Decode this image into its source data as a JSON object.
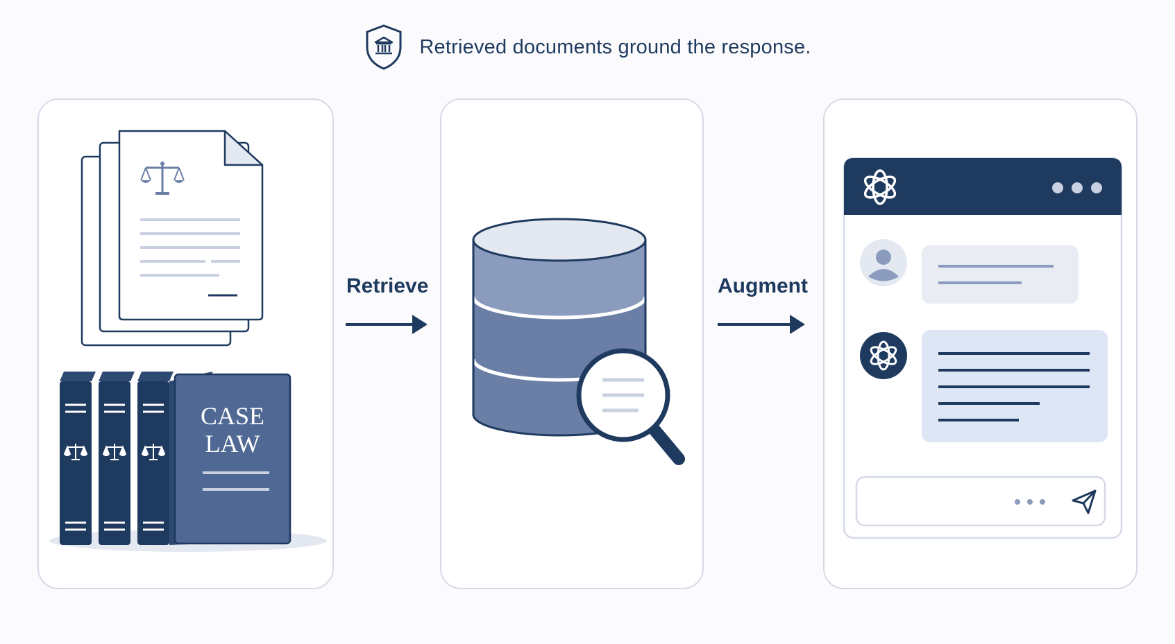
{
  "header": {
    "text": "Retrieved documents ground the response.",
    "icon": "shield-courthouse-icon"
  },
  "steps": {
    "retrieve_label": "Retrieve",
    "augment_label": "Augment"
  },
  "sources": {
    "book_title_line1": "CASE",
    "book_title_line2": "LAW",
    "icons": [
      "document-stack-icon",
      "scales-icon",
      "law-books-icon"
    ]
  },
  "database": {
    "icons": [
      "database-icon",
      "magnifier-icon"
    ]
  },
  "chat": {
    "icons": [
      "assistant-logo-icon",
      "more-dots-icon",
      "user-avatar-icon",
      "send-icon"
    ]
  },
  "colors": {
    "navy": "#1f3a5f",
    "slate": "#6b7fa6",
    "slate_light": "#8a9bbd",
    "panel_border": "#d5dae6",
    "user_bubble": "#e9ecf3",
    "assistant_bubble": "#dde6f4"
  }
}
